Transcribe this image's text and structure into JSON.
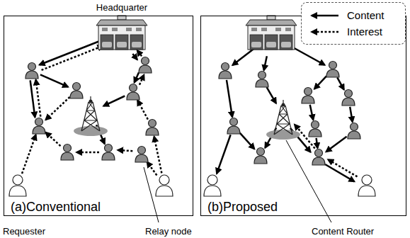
{
  "diagram": {
    "nodes": [
      {
        "text": [
          "(a)Conventional"
        ]
      },
      {
        "text": [
          "(b)Proposed"
        ]
      }
    ],
    "labels": [
      "Headquarter",
      "Requester",
      "Relay node",
      "Content Router"
    ],
    "legend": [
      {
        "text": "Content"
      },
      {
        "text": "Interest"
      }
    ]
  }
}
